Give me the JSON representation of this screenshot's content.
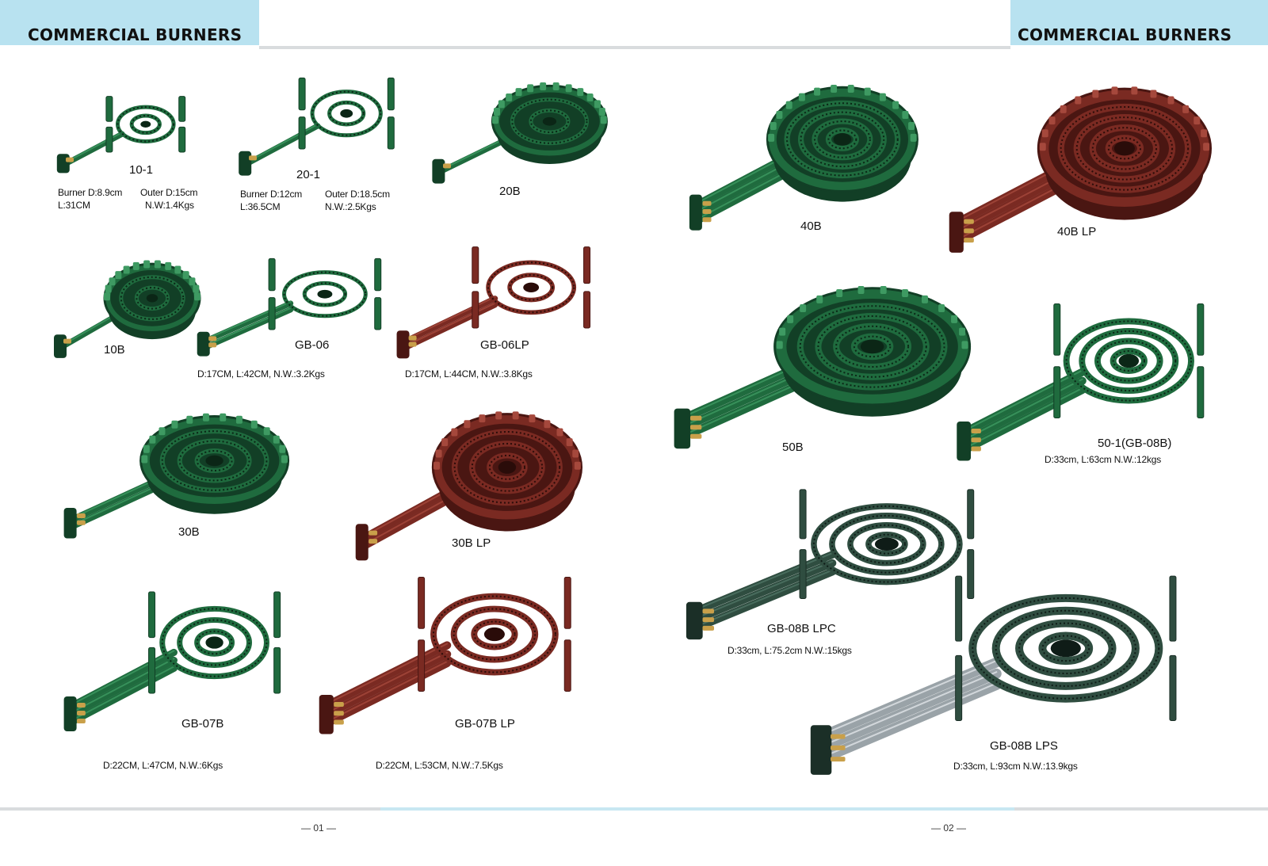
{
  "header": {
    "left_title": "COMMERCIAL BURNERS",
    "right_title": "COMMERCIAL BURNERS"
  },
  "colors": {
    "header_band": "#b8e2f0",
    "green_cast_iron": "#1f6b3e",
    "red_cast_iron": "#7a2a22",
    "dark_cast_iron": "#2f4d40",
    "brass_valve": "#c9a04a"
  },
  "products": [
    {
      "id": "10-1",
      "label": "10-1",
      "spec_lines": [
        [
          "Burner D:8.9cm",
          "Outer D:15cm"
        ],
        [
          "L:31CM",
          "N.W:1.4Kgs"
        ]
      ],
      "finish": "green"
    },
    {
      "id": "20-1",
      "label": "20-1",
      "spec_lines": [
        [
          "Burner D:12cm",
          "Outer D:18.5cm"
        ],
        [
          "L:36.5CM",
          "N.W.:2.5Kgs"
        ]
      ],
      "finish": "green"
    },
    {
      "id": "20B",
      "label": "20B",
      "spec_lines": [],
      "finish": "green"
    },
    {
      "id": "10B",
      "label": "10B",
      "spec_lines": [],
      "finish": "green"
    },
    {
      "id": "GB-06",
      "label": "GB-06",
      "spec_lines": [
        [
          "D:17CM,  L:42CM,  N.W.:3.2Kgs"
        ]
      ],
      "finish": "green"
    },
    {
      "id": "GB-06LP",
      "label": "GB-06LP",
      "spec_lines": [
        [
          "D:17CM,  L:44CM,  N.W.:3.8Kgs"
        ]
      ],
      "finish": "red"
    },
    {
      "id": "30B",
      "label": "30B",
      "spec_lines": [],
      "finish": "green"
    },
    {
      "id": "30B-LP",
      "label": "30B LP",
      "spec_lines": [],
      "finish": "red"
    },
    {
      "id": "GB-07B",
      "label": "GB-07B",
      "spec_lines": [
        [
          "D:22CM,  L:47CM,  N.W.:6Kgs"
        ]
      ],
      "finish": "green"
    },
    {
      "id": "GB-07B-LP",
      "label": "GB-07B LP",
      "spec_lines": [
        [
          "D:22CM,  L:53CM,  N.W.:7.5Kgs"
        ]
      ],
      "finish": "red"
    },
    {
      "id": "40B",
      "label": "40B",
      "spec_lines": [],
      "finish": "green"
    },
    {
      "id": "40B-LP",
      "label": "40B LP",
      "spec_lines": [],
      "finish": "red"
    },
    {
      "id": "50B",
      "label": "50B",
      "spec_lines": [],
      "finish": "green"
    },
    {
      "id": "50-1",
      "label": "50-1(GB-08B)",
      "spec_lines": [
        [
          "D:33cm, L:63cm N.W.:12kgs"
        ]
      ],
      "finish": "green"
    },
    {
      "id": "GB-08B-LPC",
      "label": "GB-08B LPC",
      "spec_lines": [
        [
          "D:33cm,  L:75.2cm  N.W.:15kgs"
        ]
      ],
      "finish": "dark"
    },
    {
      "id": "GB-08B-LPS",
      "label": "GB-08B LPS",
      "spec_lines": [
        [
          "D:33cm,  L:93cm   N.W.:13.9kgs"
        ]
      ],
      "finish": "dark"
    }
  ],
  "footer": {
    "left_page": "— 01 —",
    "right_page": "— 02 —"
  }
}
